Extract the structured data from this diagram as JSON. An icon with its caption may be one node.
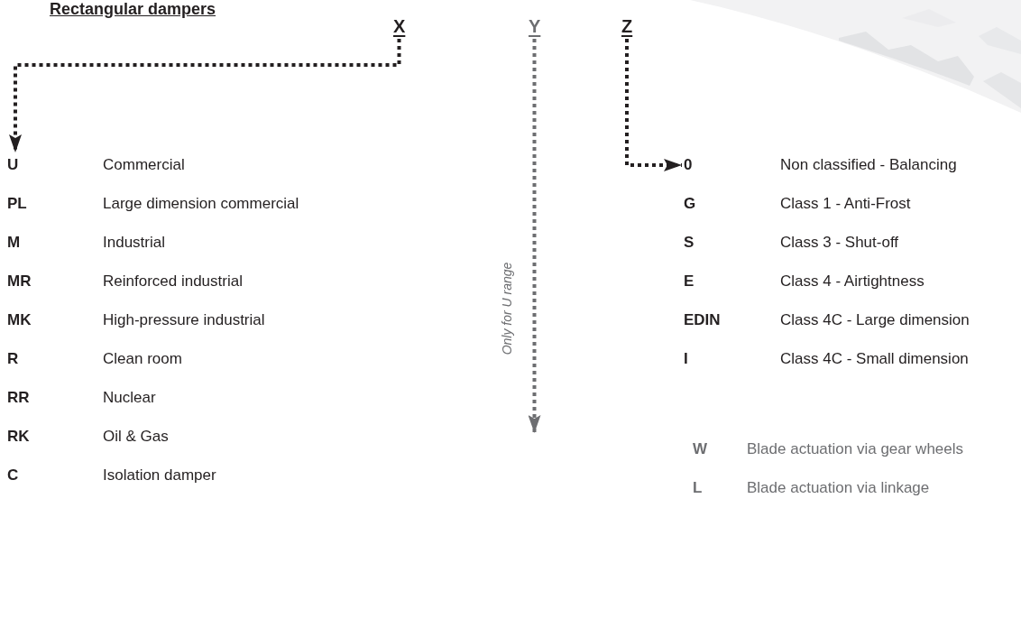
{
  "diagram": {
    "title": "Rectangular dampers",
    "nodes": [
      {
        "text": [
          "X"
        ]
      },
      {
        "text": [
          "Y"
        ]
      },
      {
        "text": [
          "Z"
        ]
      },
      {
        "text": [
          "U",
          "Commercial"
        ]
      },
      {
        "text": [
          "PL",
          "Large dimension commercial"
        ]
      },
      {
        "text": [
          "M",
          "Industrial"
        ]
      },
      {
        "text": [
          "MR",
          "Reinforced industrial"
        ]
      },
      {
        "text": [
          "MK",
          "High-pressure industrial"
        ]
      },
      {
        "text": [
          "R",
          "Clean room"
        ]
      },
      {
        "text": [
          "RR",
          "Nuclear"
        ]
      },
      {
        "text": [
          "RK",
          "Oil & Gas"
        ]
      },
      {
        "text": [
          "C",
          "Isolation damper"
        ]
      },
      {
        "text": [
          "0",
          "Non classified - Balancing"
        ]
      },
      {
        "text": [
          "G",
          "Class 1 - Anti-Frost"
        ]
      },
      {
        "text": [
          "S",
          "Class 3 - Shut-off"
        ]
      },
      {
        "text": [
          "E",
          "Class 4 - Airtightness"
        ]
      },
      {
        "text": [
          "EDIN",
          "Class 4C - Large dimension"
        ]
      },
      {
        "text": [
          "I",
          "Class 4C - Small dimension"
        ]
      },
      {
        "text": [
          "W",
          "Blade actuation via gear wheels"
        ]
      },
      {
        "text": [
          "L",
          "Blade actuation via linkage"
        ]
      }
    ],
    "edges": [
      {
        "from": 0,
        "to": 3,
        "arrow": "to",
        "style": "dashed"
      },
      {
        "from": 1,
        "to": null,
        "arrow": "to",
        "style": "dashed",
        "color": "#6d6e71",
        "label": "Only for U range"
      },
      {
        "from": 2,
        "to": 12,
        "arrow": "to",
        "style": "dashed"
      }
    ]
  }
}
